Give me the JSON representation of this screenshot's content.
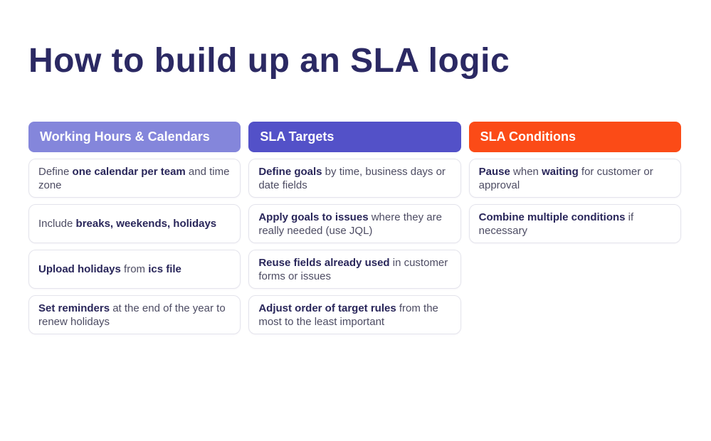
{
  "page": {
    "title": "How to build up an SLA logic"
  },
  "colors": {
    "background": "#ffffff",
    "title": "#2b2963",
    "text_regular": "#4d4c63",
    "text_bold": "#29265a",
    "card_border": "#e4e4ec",
    "header_text": "#ffffff"
  },
  "columns": [
    {
      "header": {
        "label": "Working Hours & Calendars",
        "color": "#8486db"
      },
      "cards": [
        {
          "segments": [
            {
              "text": "Define ",
              "bold": false
            },
            {
              "text": "one calendar per team",
              "bold": true
            },
            {
              "text": " and time zone",
              "bold": false
            }
          ]
        },
        {
          "segments": [
            {
              "text": "Include ",
              "bold": false
            },
            {
              "text": "breaks, weekends, holidays",
              "bold": true
            }
          ]
        },
        {
          "segments": [
            {
              "text": "Upload holidays",
              "bold": true
            },
            {
              "text": " from ",
              "bold": false
            },
            {
              "text": "ics file",
              "bold": true
            }
          ]
        },
        {
          "segments": [
            {
              "text": "Set reminders",
              "bold": true
            },
            {
              "text": " at the end of the year to renew holidays",
              "bold": false
            }
          ]
        }
      ]
    },
    {
      "header": {
        "label": "SLA Targets",
        "color": "#5351c8"
      },
      "cards": [
        {
          "segments": [
            {
              "text": "Define goals",
              "bold": true
            },
            {
              "text": " by time, business days or date fields",
              "bold": false
            }
          ]
        },
        {
          "segments": [
            {
              "text": "Apply goals to issues",
              "bold": true
            },
            {
              "text": " where they are really needed (use JQL)",
              "bold": false
            }
          ]
        },
        {
          "segments": [
            {
              "text": "Reuse fields already used",
              "bold": true
            },
            {
              "text": " in customer forms or issues",
              "bold": false
            }
          ]
        },
        {
          "segments": [
            {
              "text": "Adjust order of target rules",
              "bold": true
            },
            {
              "text": " from the most to the least important",
              "bold": false
            }
          ]
        }
      ]
    },
    {
      "header": {
        "label": "SLA Conditions",
        "color": "#fb4b17"
      },
      "cards": [
        {
          "segments": [
            {
              "text": "Pause",
              "bold": true
            },
            {
              "text": " when ",
              "bold": false
            },
            {
              "text": "waiting",
              "bold": true
            },
            {
              "text": " for customer or approval",
              "bold": false
            }
          ]
        },
        {
          "segments": [
            {
              "text": "Combine multiple conditions",
              "bold": true
            },
            {
              "text": " if necessary",
              "bold": false
            }
          ]
        }
      ]
    }
  ]
}
